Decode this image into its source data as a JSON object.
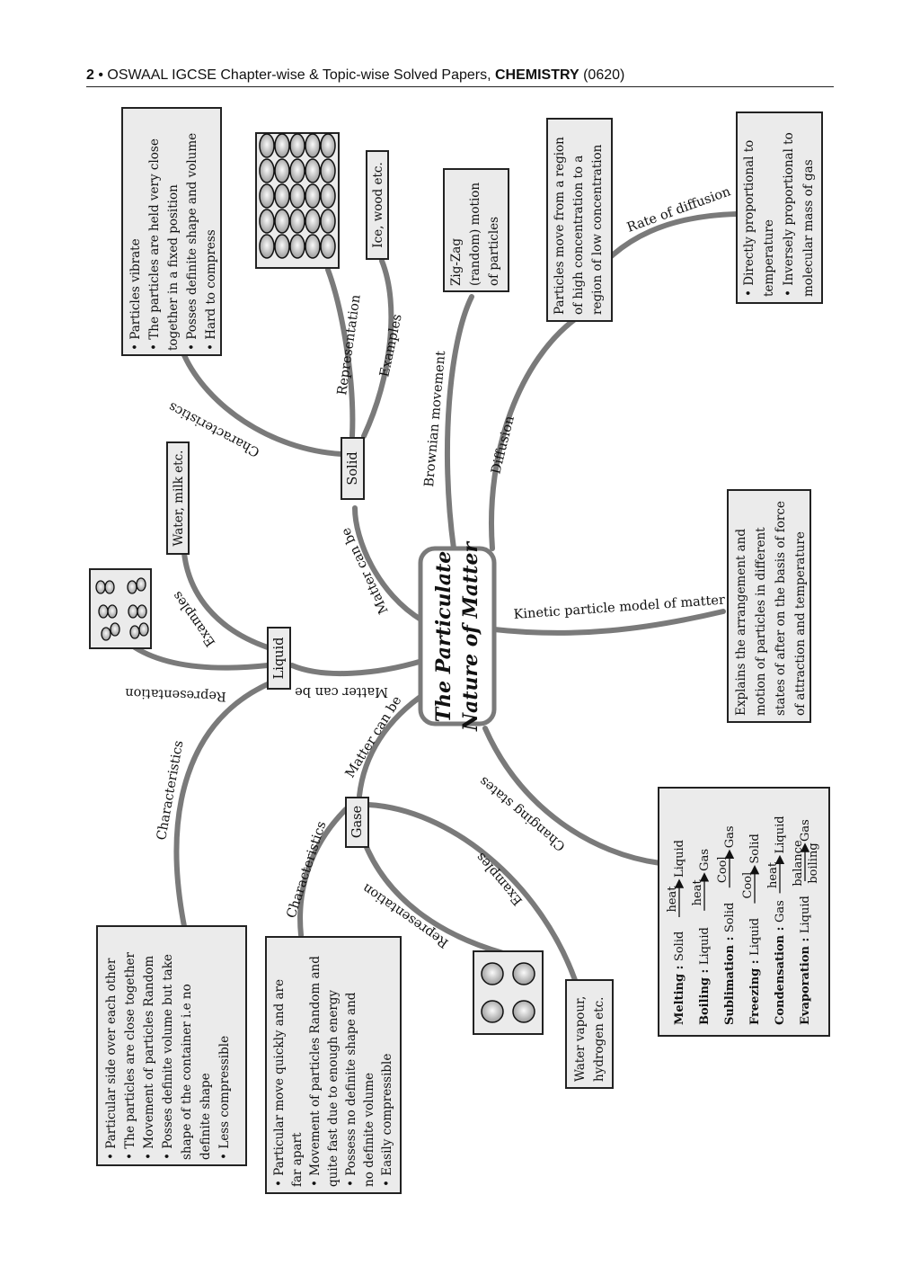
{
  "header": {
    "page_number": "2",
    "separator": "•",
    "text": "OSWAAL IGCSE Chapter-wise & Topic-wise Solved Papers,",
    "subject": "CHEMISTRY",
    "code": "(0620)"
  },
  "center": {
    "line1": "The Particulate",
    "line2": "Nature of Matter"
  },
  "branches": {
    "matter_can_be_solid": "Matter can be",
    "matter_can_be_liquid": "Matter can be",
    "matter_can_be_gas": "Matter can be",
    "brownian": "Brownian movement",
    "diffusion": "Diffusion",
    "rate_of_diffusion": "Rate of diffusion",
    "kinetic": "Kinetic particle model of matter",
    "changing_states": "Changing states",
    "solid_characteristics": "Characteristics",
    "solid_representation": "Representation",
    "solid_examples": "Examples",
    "liquid_examples": "Examples",
    "liquid_representation": "Representation",
    "liquid_characteristics": "Characteristics",
    "gas_characteristics": "Characteristics",
    "gas_representation": "Representation",
    "gas_examples": "Examples"
  },
  "nodes": {
    "solid": "Solid",
    "liquid": "Liquid",
    "gas": "Gase"
  },
  "solid": {
    "characteristics": [
      "• Particles vibrate",
      "• The particles are held very close",
      "   together in a fixed position",
      "• Posses definite shape and volume",
      "• Hard to compress"
    ],
    "examples": "Ice, wood etc."
  },
  "liquid": {
    "examples": "Water, milk etc.",
    "characteristics": [
      "• Particular side over each other",
      "• The particles are close together",
      "• Movement of particles Random",
      "• Posses definite volume but take",
      "   shape of the container i.e no",
      "   definite shape",
      "• Less compressible"
    ]
  },
  "gas": {
    "characteristics": [
      "• Particular move quickly and are",
      "   far apart",
      "• Movement of particles Random and",
      "   quite fast due to enough energy",
      "• Possess no definite shape and",
      "   no definite volume",
      "• Easily compressible"
    ],
    "examples": [
      "Water vapour,",
      "hydrogen etc."
    ]
  },
  "brownian": {
    "text": [
      "Zig-Zag",
      "(random) motion",
      "of particles"
    ]
  },
  "diffusion": {
    "text": [
      "Particles move from a region",
      "of  high  concentration  to  a",
      "region of low concentration"
    ],
    "rate": [
      "• Directly proportional to",
      "   temperature",
      "• Inversely proportional to",
      "   molecular mass of gas"
    ]
  },
  "kinetic": {
    "text": [
      "Explains  the  arrangement  and",
      "motion  of  particles  in  different",
      "states of after on the basis of force",
      "of attraction and temperature"
    ]
  },
  "changing_states": [
    {
      "name": "Melting :",
      "from": "Solid",
      "above": "heat",
      "below": "",
      "to": "Liquid"
    },
    {
      "name": "Boiling :",
      "from": "Liquid",
      "above": "heat",
      "below": "",
      "to": "Gas"
    },
    {
      "name": "Sublimation :",
      "from": "Solid",
      "above": "Cool",
      "below": "",
      "to": "Gas"
    },
    {
      "name": "Freezing :",
      "from": "Liquid",
      "above": "Cool",
      "below": "",
      "to": "Solid"
    },
    {
      "name": "Condensation :",
      "from": "Gas",
      "above": "heat",
      "below": "",
      "to": "Liquid"
    },
    {
      "name": "Evaporation :",
      "from": "Liquid",
      "above": "balance",
      "below": "boiling",
      "to": "Gas"
    }
  ]
}
